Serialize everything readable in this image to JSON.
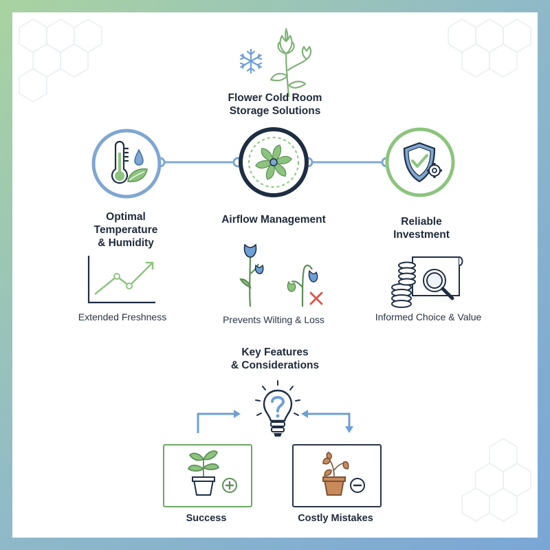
{
  "header": {
    "title_line1": "Flower Cold Room",
    "title_line2": "Storage Solutions",
    "icons": [
      "snowflake-icon",
      "flower-icon"
    ]
  },
  "pillars": [
    {
      "title_lines": [
        "Optimal",
        "Temperature",
        "& Humidity"
      ],
      "caption": "Extended Freshness",
      "icon": "thermometer-droplet-leaf-icon",
      "illustration": "line-trend-icon",
      "ring_color": "#7fa7d1"
    },
    {
      "title_lines": [
        "Airflow Management"
      ],
      "caption": "Prevents Wilting & Loss",
      "icon": "fan-icon",
      "illustration": "wilting-flower-icon",
      "ring_color": "#1e2d42"
    },
    {
      "title_lines": [
        "Reliable",
        "Investment"
      ],
      "caption": "Informed Choice & Value",
      "icon": "shield-check-gear-icon",
      "illustration": "coins-magnifier-icon",
      "ring_color": "#8cc47e"
    }
  ],
  "features": {
    "title_line1": "Key Features",
    "title_line2": "& Considerations",
    "icon": "lightbulb-question-icon"
  },
  "outcomes": [
    {
      "label": "Success",
      "icon": "healthy-plant-plus-icon",
      "border_color": "#6aa861"
    },
    {
      "label": "Costly Mistakes",
      "icon": "wilted-plant-minus-icon",
      "border_color": "#2a3444"
    }
  ],
  "colors": {
    "navy": "#1e2d42",
    "blue": "#7fa7d1",
    "green": "#8cc47e",
    "red": "#e0524a",
    "brown": "#c98a5a"
  }
}
